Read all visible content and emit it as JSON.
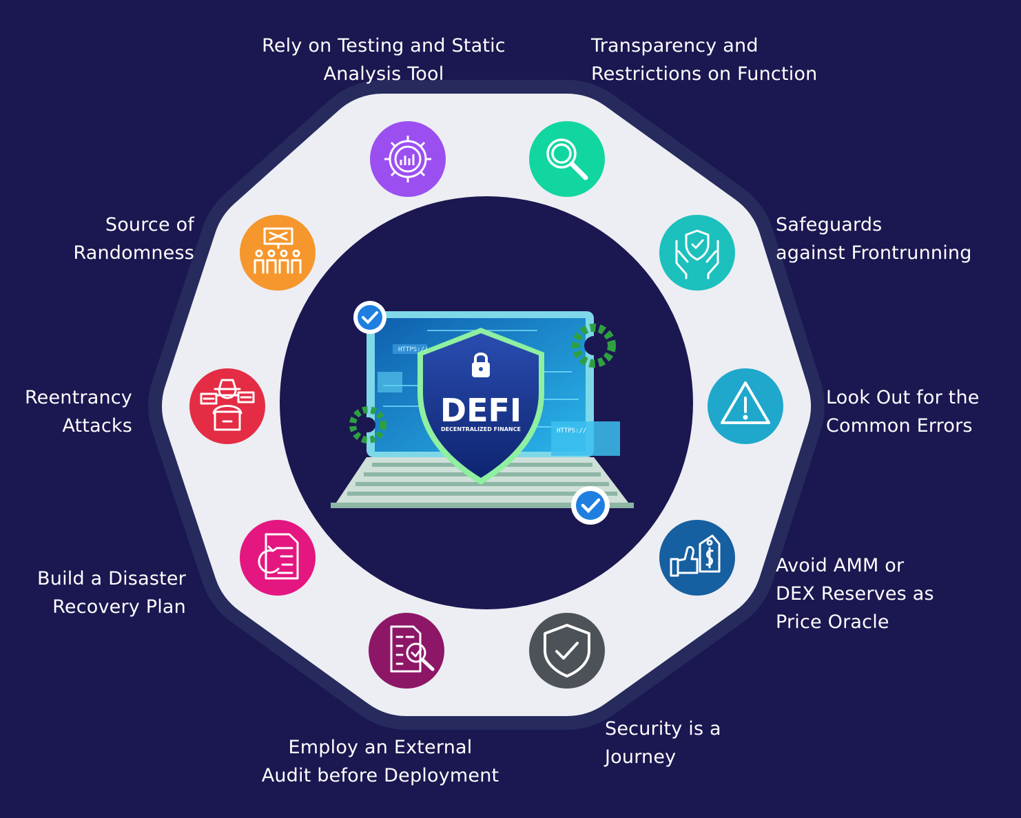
{
  "colors": {
    "background": "#1b1750",
    "ring": "#eceef3",
    "purple": "#9b4ff0",
    "green": "#12d6a0",
    "orange": "#f5972d",
    "teal": "#1cc0bd",
    "red": "#e42c45",
    "cyan": "#1fa8cc",
    "magenta": "#e41680",
    "blue": "#165fa0",
    "plum": "#8e1667",
    "slate": "#4d5158"
  },
  "center": {
    "title": "DEFI",
    "subtitle": "DECENTRALIZED FINANCE",
    "url_left": "HTTPS://",
    "url_right": "HTTPS://"
  },
  "items": [
    {
      "id": "testing",
      "lines": [
        "Rely on Testing and Static",
        "Analysis Tool"
      ],
      "icon": "gear-chart-icon",
      "color": "#9b4ff0"
    },
    {
      "id": "transparency",
      "lines": [
        "Transparency and",
        "Restrictions on Function"
      ],
      "icon": "magnifier-icon",
      "color": "#12d6a0"
    },
    {
      "id": "frontrunning",
      "lines": [
        "Safeguards",
        "against Frontrunning"
      ],
      "icon": "hands-shield-icon",
      "color": "#1cc0bd"
    },
    {
      "id": "errors",
      "lines": [
        "Look Out for the",
        "Common Errors"
      ],
      "icon": "warning-icon",
      "color": "#1fa8cc"
    },
    {
      "id": "amm",
      "lines": [
        "Avoid AMM or",
        "DEX Reserves as",
        "Price Oracle"
      ],
      "icon": "price-tag-icon",
      "color": "#165fa0"
    },
    {
      "id": "journey",
      "lines": [
        "Security is a",
        "Journey"
      ],
      "icon": "shield-check-icon",
      "color": "#4d5158"
    },
    {
      "id": "audit",
      "lines": [
        "Employ an External",
        "Audit before Deployment"
      ],
      "icon": "audit-document-icon",
      "color": "#8e1667"
    },
    {
      "id": "disaster",
      "lines": [
        "Build a Disaster",
        "Recovery Plan"
      ],
      "icon": "recovery-document-icon",
      "color": "#e41680"
    },
    {
      "id": "reentrancy",
      "lines": [
        "Reentrancy",
        "Attacks"
      ],
      "icon": "hacker-icon",
      "color": "#e42c45"
    },
    {
      "id": "randomness",
      "lines": [
        "Source of",
        "Randomness"
      ],
      "icon": "shuffle-people-icon",
      "color": "#f5972d"
    }
  ]
}
